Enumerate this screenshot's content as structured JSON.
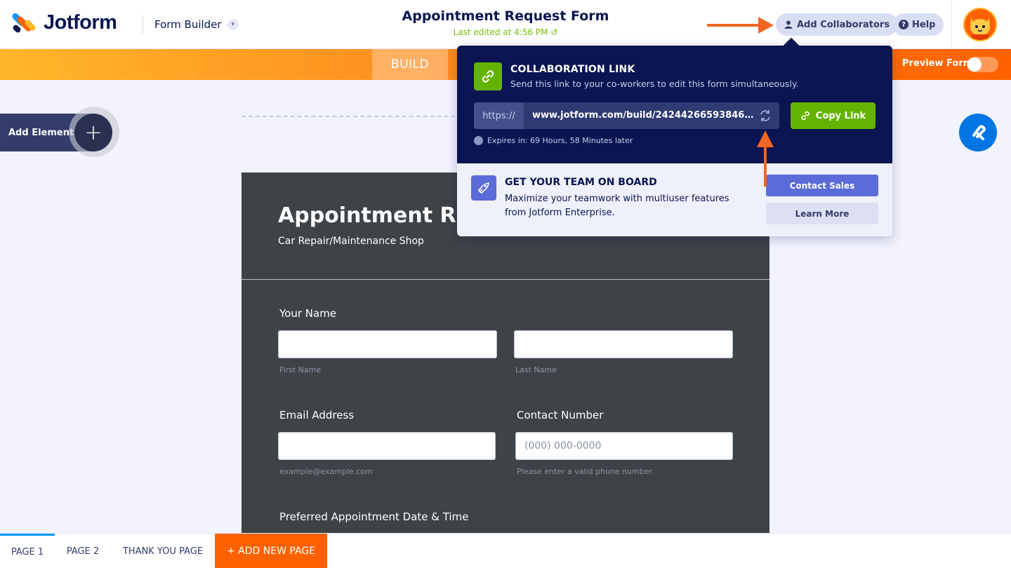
{
  "header": {
    "logo_text": "Jotform",
    "builder_label": "Form Builder",
    "form_title": "Appointment Request Form",
    "last_edited": "Last edited at 4:56 PM",
    "collab_button": "Add Collaborators",
    "help_button": "Help"
  },
  "nav": {
    "build_tab": "BUILD",
    "preview_label": "Preview Form"
  },
  "canvas": {
    "add_element": "Add Element"
  },
  "form": {
    "heading": "Appointment Request Form",
    "subheading": "Car Repair/Maintenance Shop",
    "name_label": "Your Name",
    "first_name_sub": "First Name",
    "last_name_sub": "Last Name",
    "email_label": "Email Address",
    "email_sub": "example@example.com",
    "contact_label": "Contact Number",
    "phone_placeholder": "(000) 000-0000",
    "phone_sub": "Please enter a valid phone number.",
    "date_label": "Preferred Appointment Date & Time"
  },
  "collab": {
    "title": "COLLABORATION LINK",
    "description": "Send this link to your co-workers to edit this form simultaneously.",
    "url_prefix": "https://",
    "url": "www.jotform.com/build/242442665938466?ia...",
    "copy_button": "Copy Link",
    "expires": "Expires in: 69 Hours, 58 Minutes later"
  },
  "team": {
    "title": "GET YOUR TEAM ON BOARD",
    "description": "Maximize your teamwork with multiuser features from Jotform Enterprise.",
    "contact_sales": "Contact Sales",
    "learn_more": "Learn More"
  },
  "footer": {
    "pages": [
      "PAGE 1",
      "PAGE 2",
      "THANK YOU PAGE"
    ],
    "add_page": "+ ADD NEW PAGE"
  },
  "colors": {
    "brand_orange": "#ff6100",
    "navy": "#0a1551",
    "green": "#64b200",
    "blue": "#0075e3",
    "annotation_arrow": "#f26522"
  }
}
